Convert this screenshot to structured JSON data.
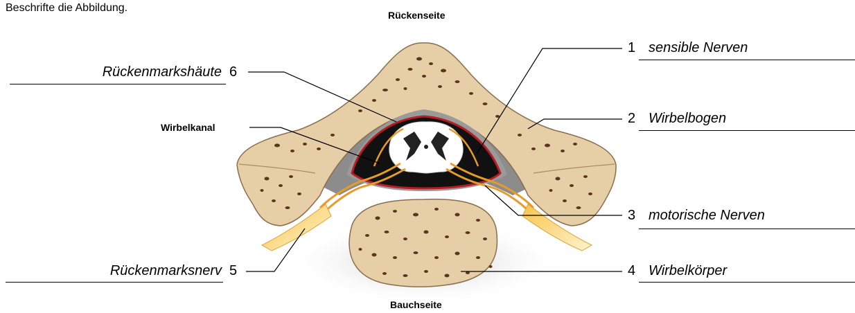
{
  "instruction": "Beschrifte die Abbildung.",
  "orientation": {
    "top": "Rückenseite",
    "bottom": "Bauchseite"
  },
  "canal_label": "Wirbelkanal",
  "labels": [
    {
      "num": "1",
      "answer": "sensible Nerven"
    },
    {
      "num": "2",
      "answer": "Wirbelbogen"
    },
    {
      "num": "3",
      "answer": "motorische Nerven"
    },
    {
      "num": "4",
      "answer": "Wirbelkörper"
    },
    {
      "num": "5",
      "answer": "Rückenmarksnerv"
    },
    {
      "num": "6",
      "answer": "Rückenmarkshäute"
    }
  ],
  "colors": {
    "bone": "#e6cfa6",
    "bone_outline": "#8a6d4c",
    "pore": "#5a3520",
    "meninges": "#b81d24",
    "canal": "#111111",
    "nerve": "#f2b63a",
    "nerve_line": "#d4861e"
  }
}
